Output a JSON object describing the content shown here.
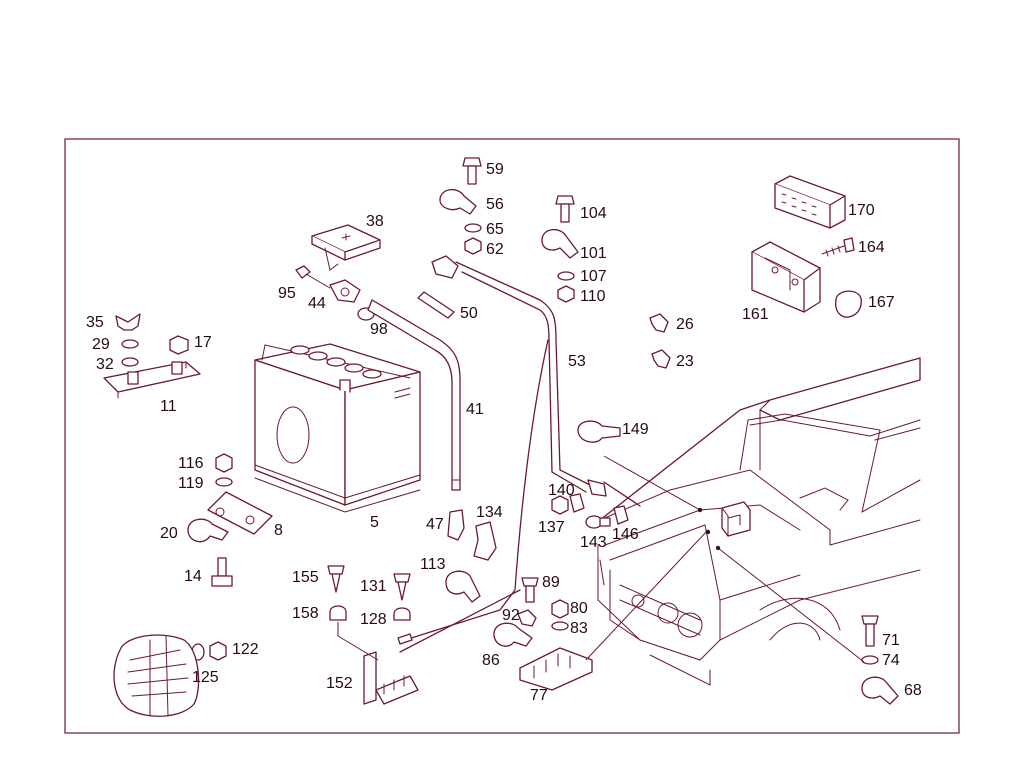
{
  "diagram": {
    "labels": {
      "l59": "59",
      "l56": "56",
      "l65": "65",
      "l62": "62",
      "l104": "104",
      "l101": "101",
      "l107": "107",
      "l110": "110",
      "l170": "170",
      "l164": "164",
      "l161": "161",
      "l167": "167",
      "l38": "38",
      "l95": "95",
      "l44": "44",
      "l98": "98",
      "l50": "50",
      "l35": "35",
      "l29": "29",
      "l17": "17",
      "l32": "32",
      "l11": "11",
      "l26": "26",
      "l23": "23",
      "l53": "53",
      "l41": "41",
      "l149": "149",
      "l116": "116",
      "l119": "119",
      "l5": "5",
      "l8": "8",
      "l20": "20",
      "l14": "14",
      "l47": "47",
      "l134": "134",
      "l140": "140",
      "l137": "137",
      "l143": "143",
      "l146": "146",
      "l155": "155",
      "l131": "131",
      "l113": "113",
      "l89": "89",
      "l158": "158",
      "l128": "128",
      "l92": "92",
      "l80": "80",
      "l83": "83",
      "l86": "86",
      "l152": "152",
      "l77": "77",
      "l122": "122",
      "l125": "125",
      "l71": "71",
      "l74": "74",
      "l68": "68"
    }
  }
}
